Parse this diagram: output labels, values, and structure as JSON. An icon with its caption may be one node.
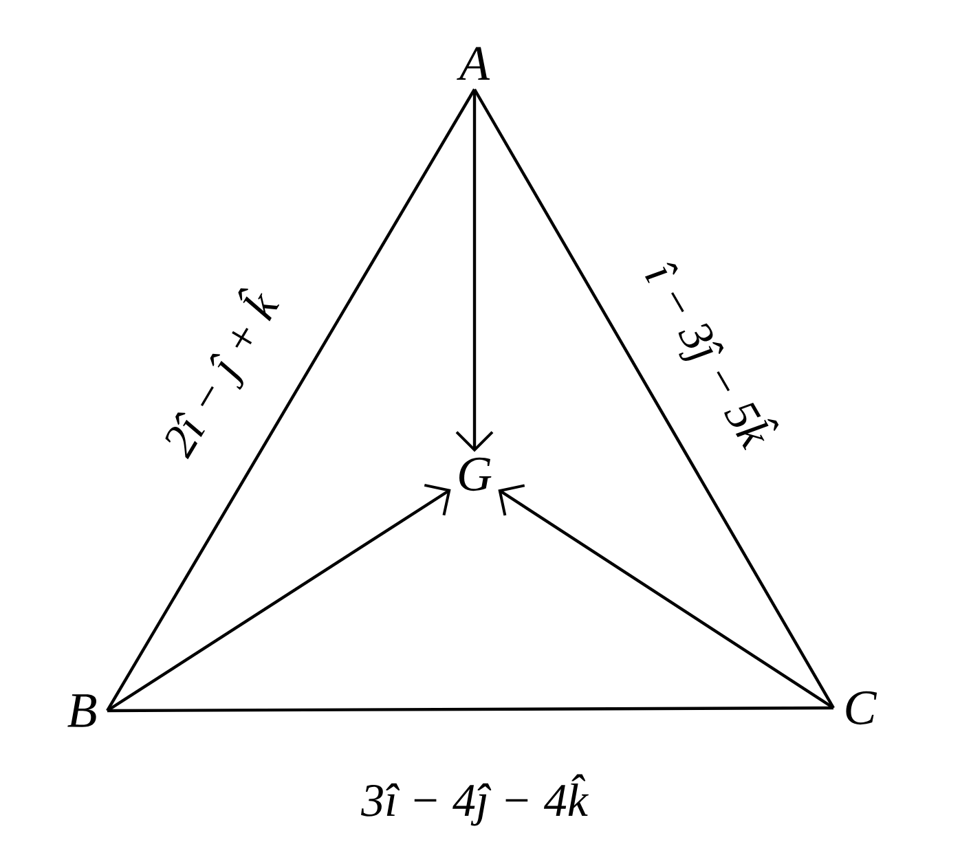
{
  "diagram": {
    "nodes": [
      {
        "text": [
          "A"
        ]
      },
      {
        "text": [
          "B"
        ]
      },
      {
        "text": [
          "C"
        ]
      },
      {
        "text": [
          "G"
        ]
      }
    ],
    "edges": [
      {
        "from": 0,
        "to": 1,
        "arrow": "none",
        "label": "2î − ĵ + k̂"
      },
      {
        "from": 0,
        "to": 2,
        "arrow": "none",
        "label": "î − 3ĵ − 5k̂"
      },
      {
        "from": 1,
        "to": 2,
        "arrow": "none",
        "label": "3î − 4ĵ − 4k̂"
      },
      {
        "from": 0,
        "to": 3,
        "arrow": "to"
      },
      {
        "from": 1,
        "to": 3,
        "arrow": "to"
      },
      {
        "from": 2,
        "to": 3,
        "arrow": "to"
      }
    ]
  }
}
